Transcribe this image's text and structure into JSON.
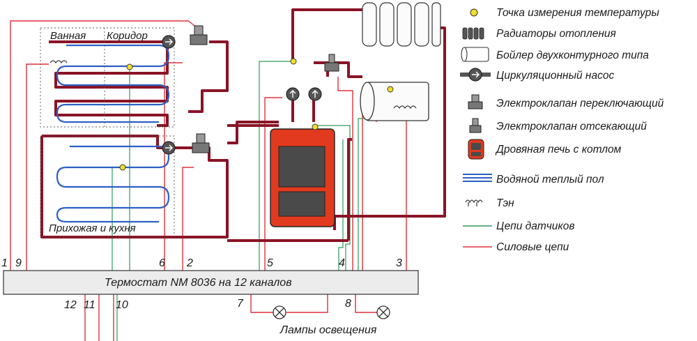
{
  "rooms": {
    "bath": "Ванная",
    "corridor": "Коридор",
    "hall_kitchen": "Прихожая и кухня"
  },
  "thermostat": {
    "label": "Термостат NM 8036 на 12 каналов"
  },
  "lamps": {
    "label": "Лампы освещения"
  },
  "channels": {
    "c1": "1",
    "c2": "2",
    "c3": "3",
    "c4": "4",
    "c5": "5",
    "c6": "6",
    "c7": "7",
    "c8": "8",
    "c9": "9",
    "c10": "10",
    "c11": "11",
    "c12": "12"
  },
  "legend": {
    "sensor_point": "Точка измерения температуры",
    "radiators": "Радиаторы отопления",
    "boiler": "Бойлер двухконтурного типа",
    "pump": "Циркуляционный насос",
    "valve_switch": "Электроклапан переключающий",
    "valve_cutoff": "Электроклапан отсекающий",
    "stove": "Дровяная печь с котлом",
    "floor": "Водяной теплый пол",
    "heater": "Тэн",
    "sensor_circuits": "Цепи датчиков",
    "power_circuits": "Силовые цепи"
  },
  "colors": {
    "pipe": "#8a1426",
    "power_wire": "#e0303a",
    "sensor_wire": "#2e9a5c",
    "floor_coil": "#2d5fc4",
    "stove_body": "#e23a1e",
    "stove_window": "#4a4a4a",
    "sensor_dot": "#f2dd2a",
    "thermostat_fill": "#ececec"
  }
}
